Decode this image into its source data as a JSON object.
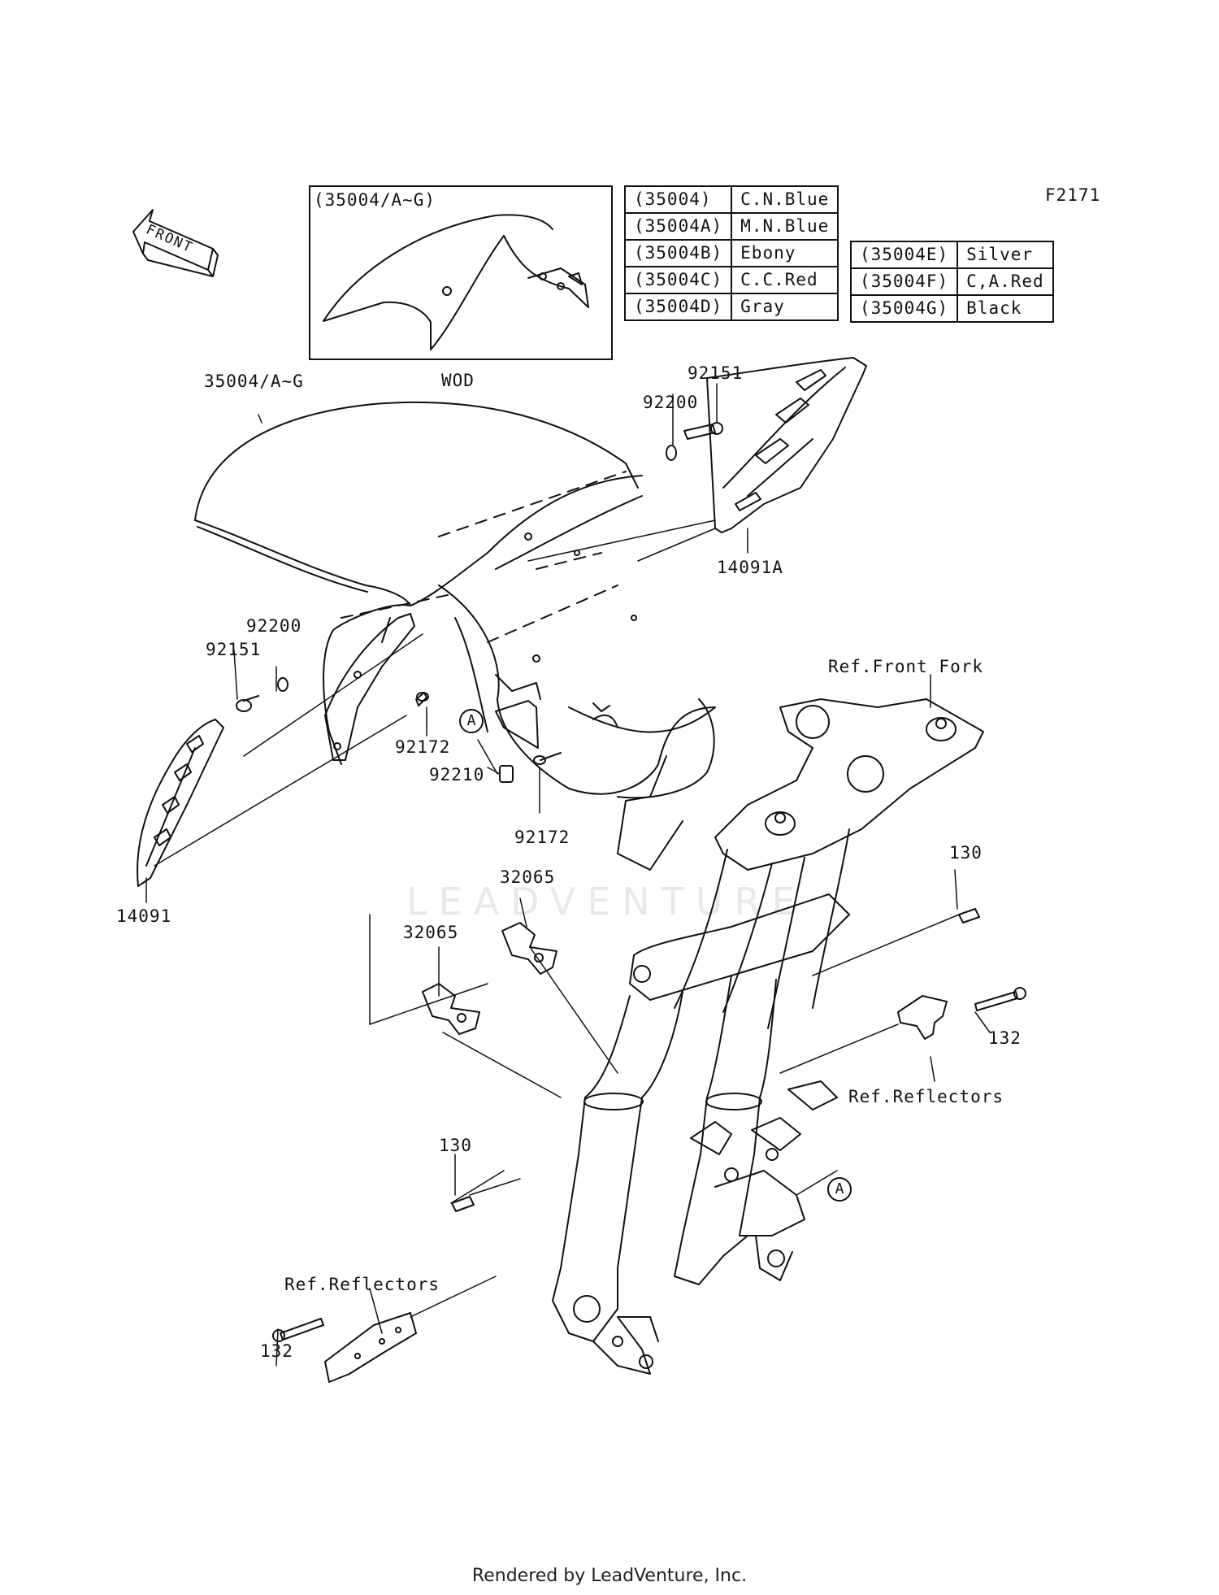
{
  "diagram_code": "F2171",
  "front_arrow_label": "FRONT",
  "inset": {
    "title": "(35004/A~G)",
    "note": "WOD"
  },
  "color_table_left": [
    {
      "part": "(35004)",
      "color": "C.N.Blue"
    },
    {
      "part": "(35004A)",
      "color": "M.N.Blue"
    },
    {
      "part": "(35004B)",
      "color": "Ebony"
    },
    {
      "part": "(35004C)",
      "color": "C.C.Red"
    },
    {
      "part": "(35004D)",
      "color": "Gray"
    }
  ],
  "color_table_right": [
    {
      "part": "(35004E)",
      "color": "Silver"
    },
    {
      "part": "(35004F)",
      "color": "C,A.Red"
    },
    {
      "part": "(35004G)",
      "color": "Black"
    }
  ],
  "labels": {
    "fender": "35004/A~G",
    "bolt_92151_right": "92151",
    "washer_92200_right": "92200",
    "cover_14091A": "14091A",
    "washer_92200_left": "92200",
    "bolt_92151_left": "92151",
    "bolt_92172_upper": "92172",
    "nut_92210": "92210",
    "bolt_92172_lower": "92172",
    "cover_14091": "14091",
    "ref_front_fork": "Ref.Front Fork",
    "bracket_32065_right": "32065",
    "bracket_32065_left": "32065",
    "bolt_130_right": "130",
    "bolt_132_right": "132",
    "ref_reflectors_right": "Ref.Reflectors",
    "bolt_130_left": "130",
    "ref_reflectors_left": "Ref.Reflectors",
    "bolt_132_left": "132"
  },
  "callout_letter": "A",
  "watermark": "LEADVENTURE",
  "footer": "Rendered by LeadVenture, Inc."
}
